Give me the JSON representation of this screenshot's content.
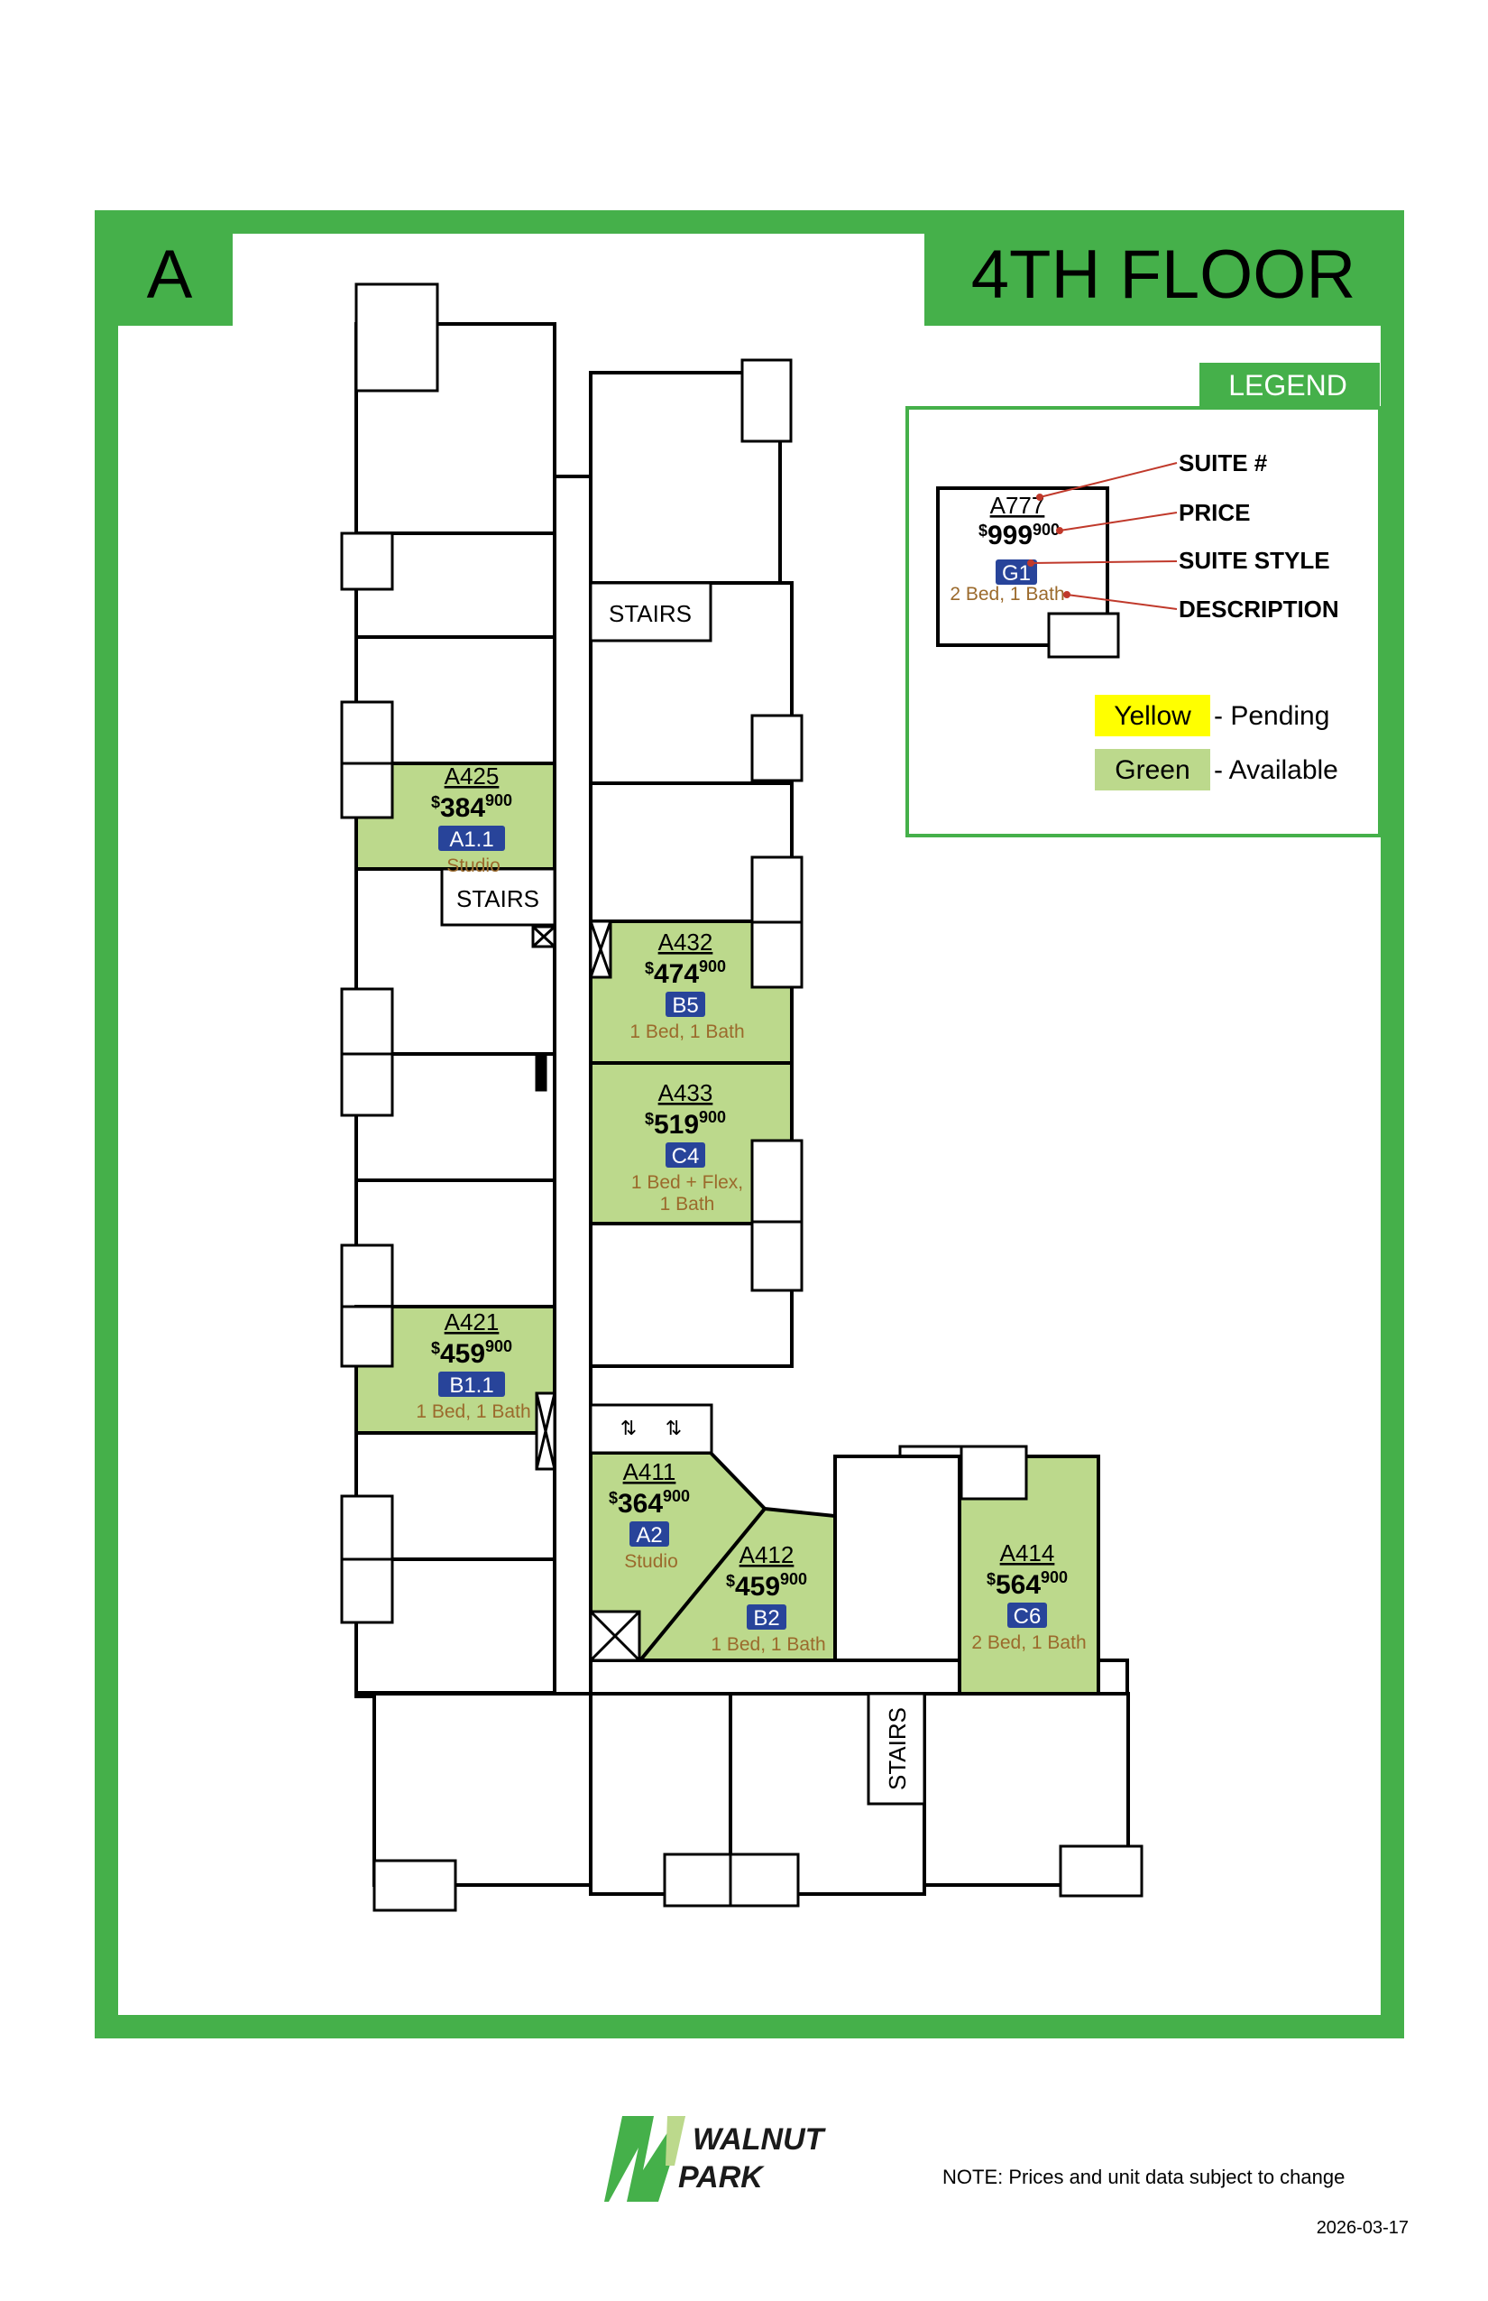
{
  "building_letter": "A",
  "floor_title": "4TH FLOOR",
  "colors": {
    "brand_green": "#45b04a",
    "available": "#bcd98c",
    "pending": "#ffff00",
    "badge": "#28449a",
    "desc": "#9b6a2c"
  },
  "legend": {
    "title": "LEGEND",
    "sample": {
      "suite": "A777",
      "price_main": "999",
      "price_sup": "900",
      "currency": "$",
      "style": "G1",
      "description": "2 Bed, 1 Bath"
    },
    "callouts": [
      "SUITE #",
      "PRICE",
      "SUITE STYLE",
      "DESCRIPTION"
    ],
    "status": [
      {
        "swatch": "Yellow",
        "label": "- Pending"
      },
      {
        "swatch": "Green",
        "label": "- Available"
      }
    ]
  },
  "stairs_label": "STAIRS",
  "suites": [
    {
      "id": "A425",
      "currency": "$",
      "price_main": "384",
      "price_sup": "900",
      "style": "A1.1",
      "desc": [
        "Studio"
      ]
    },
    {
      "id": "A432",
      "currency": "$",
      "price_main": "474",
      "price_sup": "900",
      "style": "B5",
      "desc": [
        "1 Bed, 1 Bath"
      ]
    },
    {
      "id": "A433",
      "currency": "$",
      "price_main": "519",
      "price_sup": "900",
      "style": "C4",
      "desc": [
        "1 Bed + Flex,",
        "1 Bath"
      ]
    },
    {
      "id": "A421",
      "currency": "$",
      "price_main": "459",
      "price_sup": "900",
      "style": "B1.1",
      "desc": [
        "1 Bed, 1 Bath"
      ]
    },
    {
      "id": "A411",
      "currency": "$",
      "price_main": "364",
      "price_sup": "900",
      "style": "A2",
      "desc": [
        "Studio"
      ]
    },
    {
      "id": "A412",
      "currency": "$",
      "price_main": "459",
      "price_sup": "900",
      "style": "B2",
      "desc": [
        "1 Bed, 1 Bath"
      ]
    },
    {
      "id": "A414",
      "currency": "$",
      "price_main": "564",
      "price_sup": "900",
      "style": "C6",
      "desc": [
        "2 Bed, 1 Bath"
      ]
    }
  ],
  "footer": {
    "logo_line1": "WALNUT",
    "logo_line2": "PARK",
    "note": "NOTE: Prices and unit data subject to change",
    "date": "2026-03-17"
  }
}
